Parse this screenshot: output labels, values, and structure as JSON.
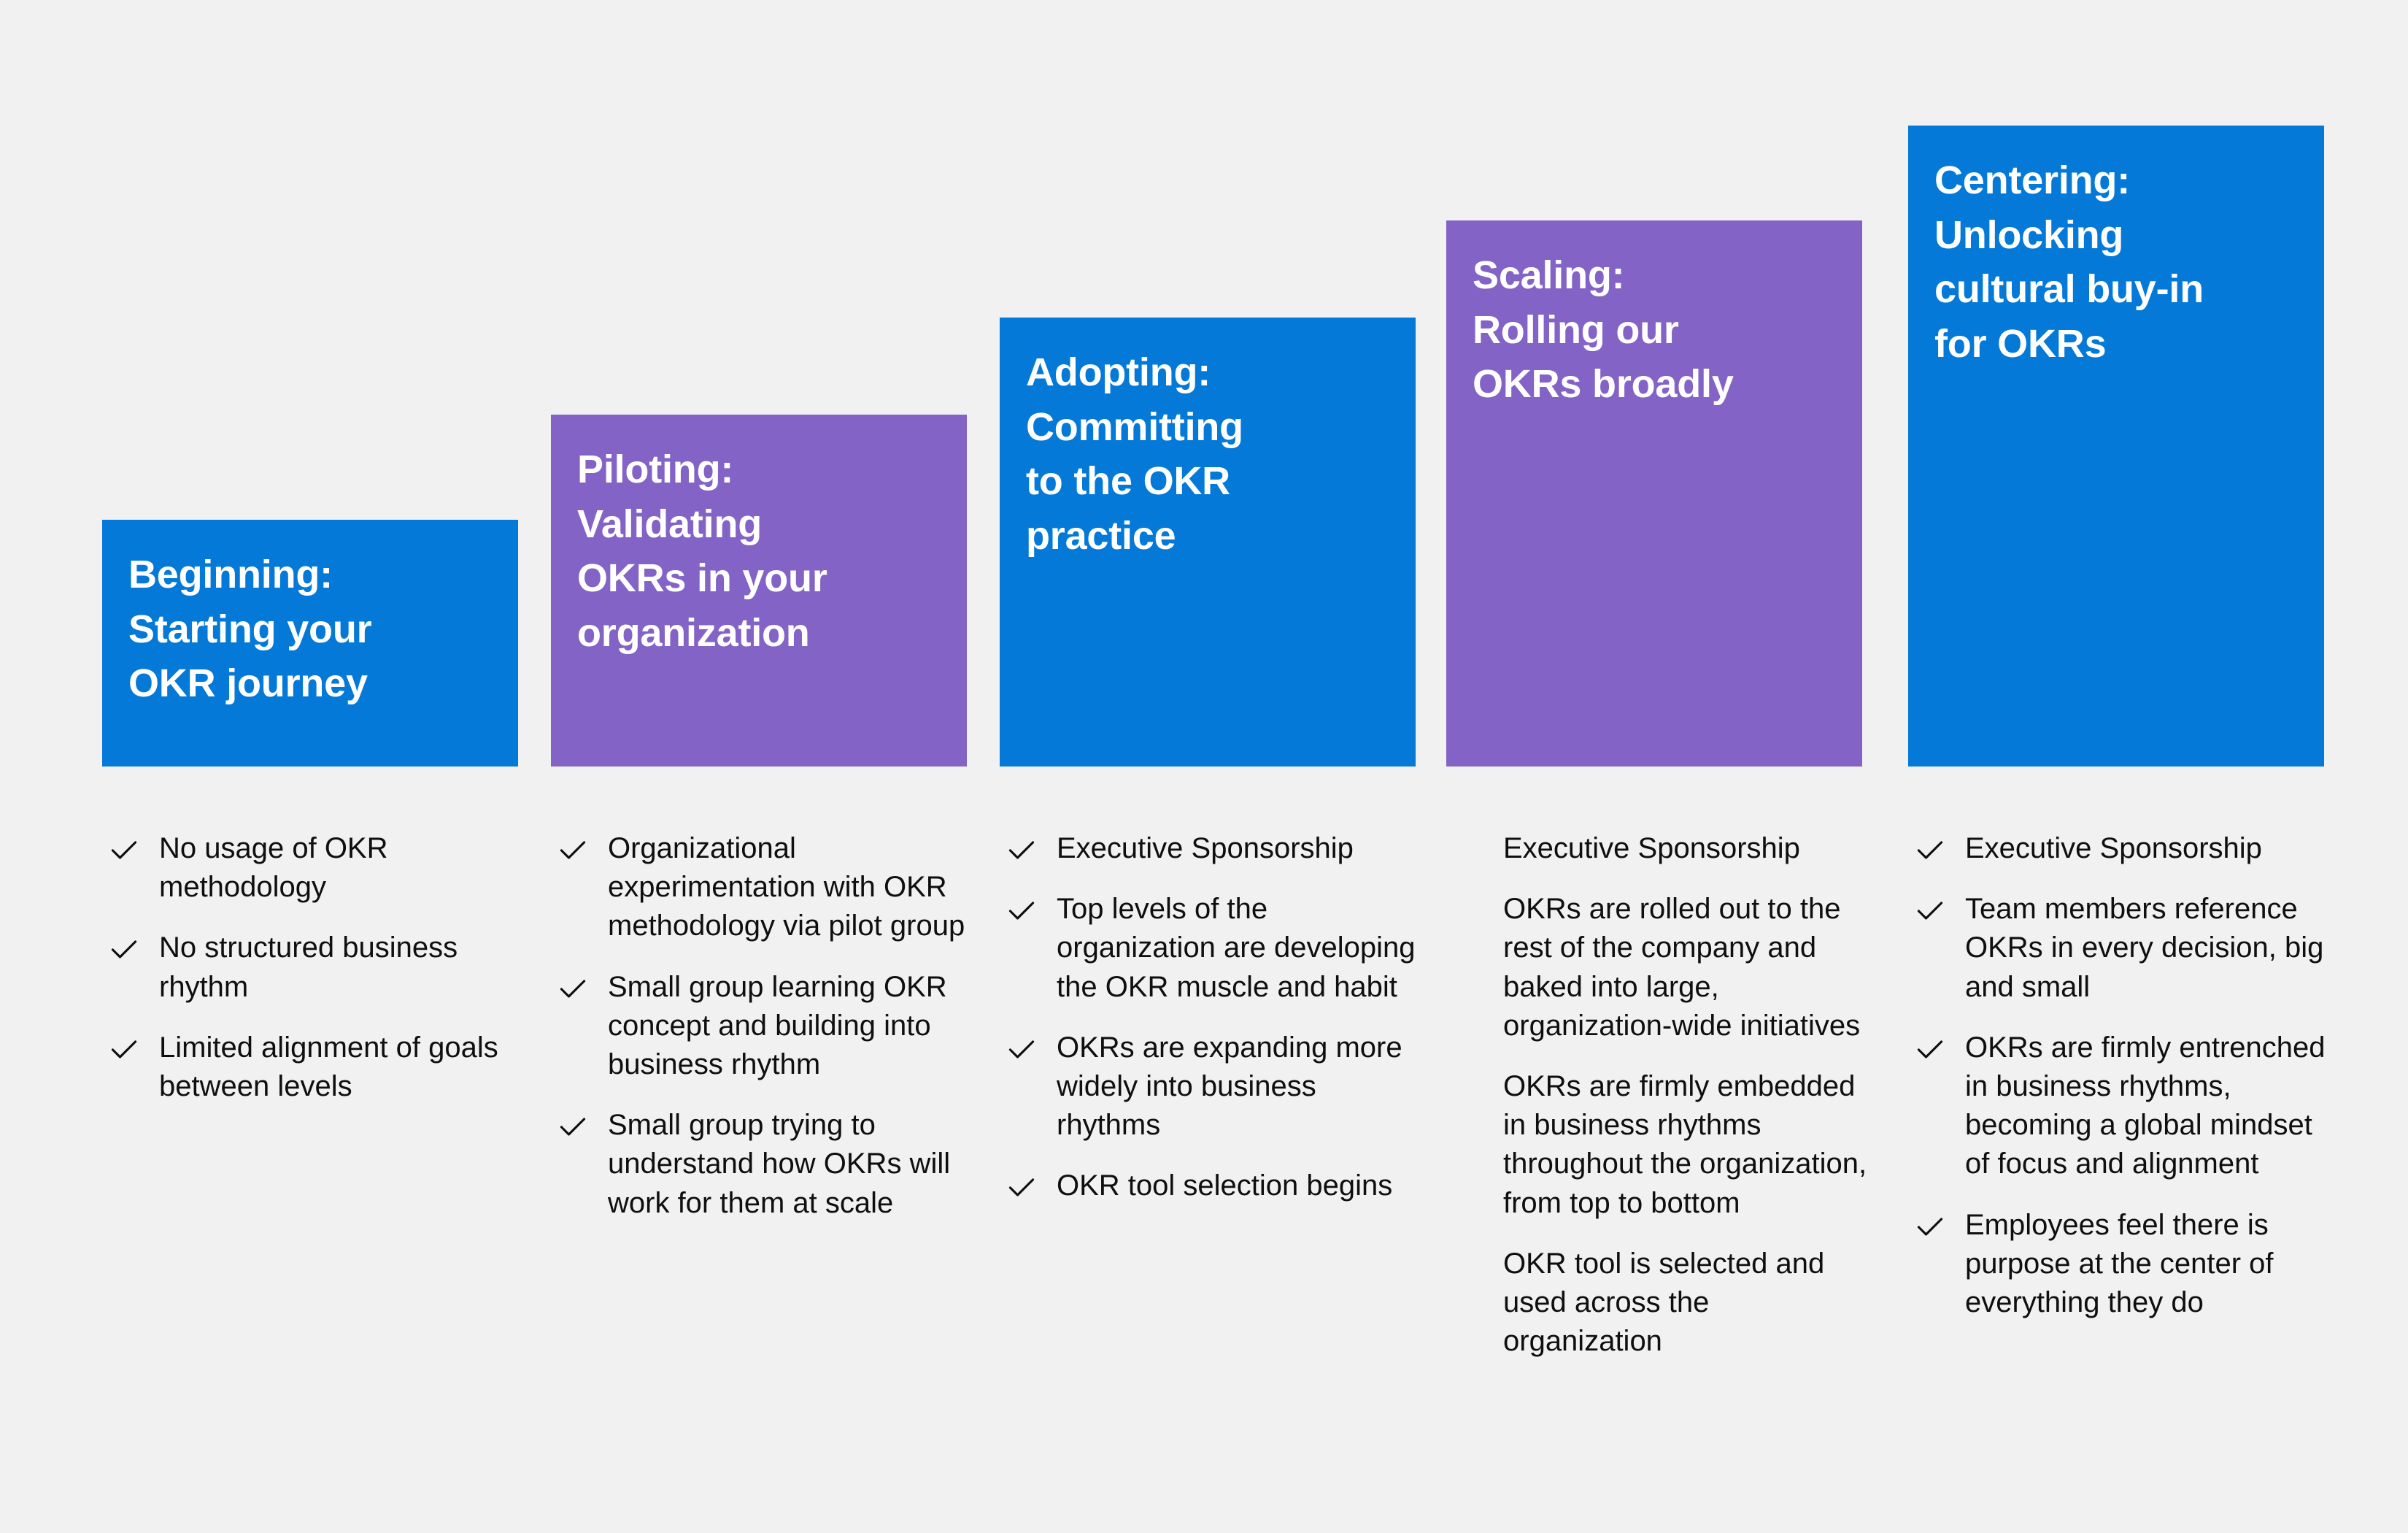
{
  "meta": {
    "background_color": "#f1f1f1",
    "text_color": "#0f0f0f",
    "accent_blue": "#0479d7",
    "accent_purple": "#8363c5",
    "check_icon": "check-icon"
  },
  "chart_data": {
    "type": "bar",
    "title": "",
    "xlabel": "",
    "ylabel": "",
    "categories": [
      "Beginning",
      "Piloting",
      "Adopting",
      "Scaling",
      "Centering"
    ],
    "values": [
      1,
      2,
      3,
      4,
      5
    ],
    "ylim": [
      0,
      5
    ],
    "grid": false,
    "legend": "none",
    "colors": [
      "#0479d7",
      "#8363c5",
      "#0479d7",
      "#8363c5",
      "#0479d7"
    ],
    "note": "Ascending staircase of five bars; heights encode OKR maturity stage order."
  },
  "stages": [
    {
      "id": "beginning",
      "title": "Beginning:\nStarting your\nOKR journey",
      "color": "#0479d7",
      "bullets": [
        "No usage of OKR methodology",
        "No structured business rhythm",
        "Limited alignment of goals between levels"
      ]
    },
    {
      "id": "piloting",
      "title": "Piloting:\nValidating\nOKRs in your\norganization",
      "color": "#8363c5",
      "bullets": [
        "Organizational experimentation with OKR methodology via pilot group",
        "Small group learning OKR concept and building into business rhythm",
        "Small group trying to understand how OKRs will work for them at scale"
      ]
    },
    {
      "id": "adopting",
      "title": "Adopting:\nCommitting\nto the OKR\npractice",
      "color": "#0479d7",
      "bullets": [
        "Executive Sponsorship",
        "Top levels of the organization are developing the OKR muscle and habit",
        "OKRs are expanding more widely into business rhythms",
        "OKR tool selection begins"
      ]
    },
    {
      "id": "scaling",
      "title": "Scaling:\nRolling our\nOKRs broadly",
      "color": "#8363c5",
      "bullets": [
        "Executive Sponsorship",
        "OKRs are rolled out to the rest of the company and baked into large, organization-wide initiatives",
        "OKRs are firmly embedded in business rhythms throughout the organization, from top to bottom",
        "OKR tool is selected and used across the organization"
      ]
    },
    {
      "id": "centering",
      "title": "Centering:\nUnlocking\ncultural buy-in\nfor OKRs",
      "color": "#0479d7",
      "bullets": [
        "Executive Sponsorship",
        "Team members reference OKRs in every decision, big and small",
        "OKRs are firmly entrenched in business rhythms, becoming a global mindset of focus and alignment",
        "Employees feel there is purpose at the center of everything they do"
      ]
    }
  ]
}
